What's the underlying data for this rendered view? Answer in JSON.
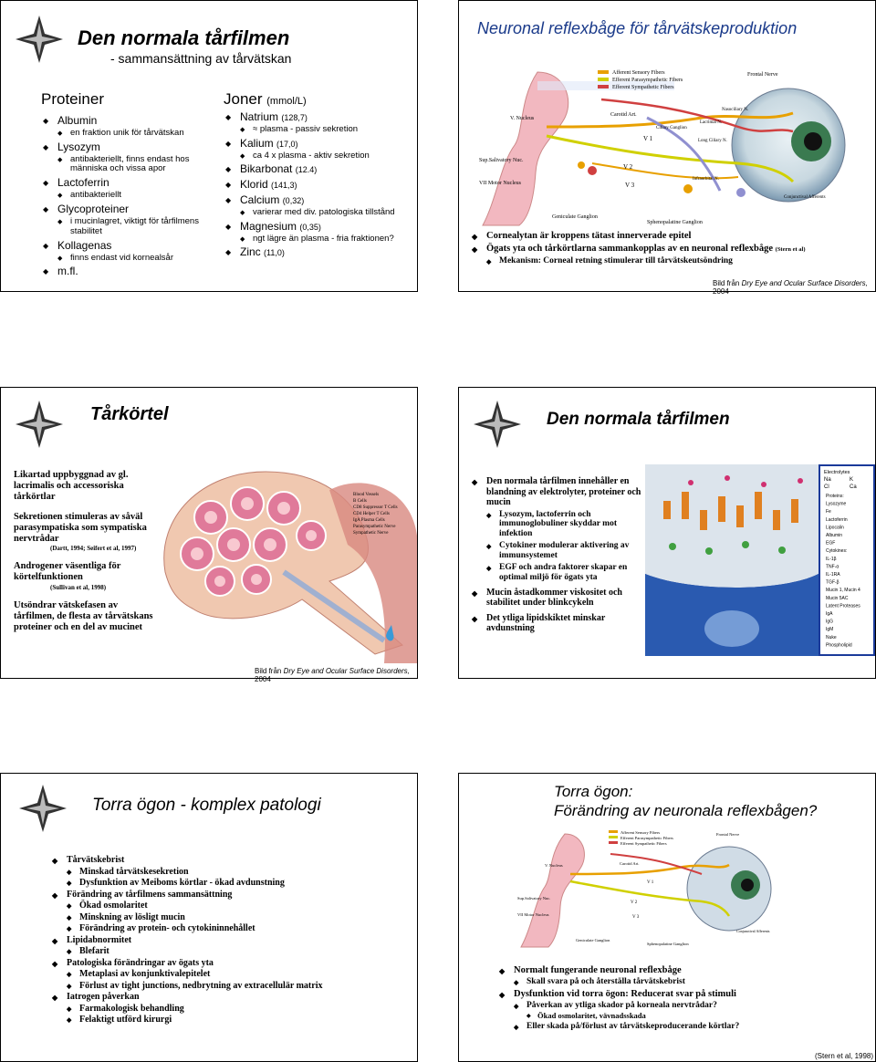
{
  "s1": {
    "title": "Den normala tårfilmen",
    "subtitle": "- sammansättning av tårvätskan",
    "left_heading": "Proteiner",
    "left": [
      {
        "l": 1,
        "t": "Albumin"
      },
      {
        "l": 2,
        "t": "en fraktion unik för tårvätskan"
      },
      {
        "l": 1,
        "t": "Lysozym"
      },
      {
        "l": 2,
        "t": "antibakteriellt, finns endast hos människa och vissa apor"
      },
      {
        "l": 1,
        "t": "Lactoferrin"
      },
      {
        "l": 2,
        "t": "antibakteriellt"
      },
      {
        "l": 1,
        "t": "Glycoproteiner"
      },
      {
        "l": 2,
        "t": "i mucinlagret, viktigt för tårfilmens stabilitet"
      },
      {
        "l": 1,
        "t": "Kollagenas"
      },
      {
        "l": 2,
        "t": "finns endast vid kornealsår"
      },
      {
        "l": 1,
        "t": "m.fl."
      }
    ],
    "right_heading": "Joner",
    "right_unit": "(mmol/L)",
    "right": [
      {
        "l": 1,
        "t": "Natrium",
        "v": "(128,7)"
      },
      {
        "l": 2,
        "t": "≈ plasma - passiv sekretion"
      },
      {
        "l": 1,
        "t": "Kalium",
        "v": "(17,0)"
      },
      {
        "l": 2,
        "t": "ca 4 x plasma - aktiv sekretion"
      },
      {
        "l": 1,
        "t": "Bikarbonat",
        "v": "(12.4)"
      },
      {
        "l": 1,
        "t": "Klorid",
        "v": "(141,3)"
      },
      {
        "l": 1,
        "t": "Calcium",
        "v": "(0,32)"
      },
      {
        "l": 2,
        "t": "varierar med div. patologiska tillstånd"
      },
      {
        "l": 1,
        "t": "Magnesium",
        "v": "(0,35)"
      },
      {
        "l": 2,
        "t": "ngt lägre än plasma - fria fraktionen?"
      },
      {
        "l": 1,
        "t": "Zinc",
        "v": "(11,0)"
      }
    ]
  },
  "s2": {
    "title": "Neuronal reflexbåge för tårvätskeproduktion",
    "legend": [
      "Afferent Sensory Fibers",
      "Efferent Parasympathetic Fibers",
      "Efferent Sympathetic Fibers"
    ],
    "legend_colors": [
      "#e8a000",
      "#d0d000",
      "#d04040"
    ],
    "labels": {
      "frontal": "Frontal Nerve",
      "nucleus": "V. Nucleus",
      "sup": "Sup.Salivatory Nuc.",
      "vii": "VII Motor Nucleus",
      "carotid": "Carotid Art.",
      "v1": "V 1",
      "v2": "V 2",
      "v3": "V 3",
      "ciliary": "Ciliary Ganglion",
      "lacrimal": "Lacrimal N.",
      "nasociliary": "Nasociliary N.",
      "long": "Long Ciliary N.",
      "infra": "Infraorbital N.",
      "conj": "Conjunctival Afferents",
      "geniculate": "Geniculate Ganglion",
      "spheno": "Sphenopalatine Ganglion"
    },
    "bullets": [
      {
        "l": 1,
        "t": "Cornealytan är kroppens tätast innerverade epitel"
      },
      {
        "l": 1,
        "t": "Ögats yta och tårkörtlarna sammankopplas av en neuronal reflexbåge",
        "ref": "(Stern et al)"
      },
      {
        "l": 2,
        "t": "Mekanism: Corneal retning stimulerar till tårvätskeutsöndring"
      }
    ],
    "credit_pre": "Bild från ",
    "credit_it": "Dry Eye and Ocular Surface Disorders,",
    "credit_post": " 2004"
  },
  "s3": {
    "title": "Tårkörtel",
    "paras": [
      {
        "t": "Likartad uppbyggnad av gl. lacrimalis och accessoriska tårkörtlar"
      },
      {
        "t": "Sekretionen stimuleras av såväl parasympatiska som sympatiska nervtrådar",
        "ref": "(Dartt, 1994; Seifert et al, 1997)"
      },
      {
        "t": "Androgener väsentliga för körtelfunktionen",
        "ref": "(Sullivan et al, 1998)"
      },
      {
        "t": "Utsöndrar vätskefasen av tårfilmen, de flesta av tårvätskans proteiner och en del av mucinet"
      }
    ],
    "legend": [
      "Blood Vessels",
      "B Cells",
      "CD8 Suppressor T Cells",
      "CD4 Helper T Cells",
      "IgA Plasma Cells",
      "Parasympathetic Nerve",
      "Sympathetic Nerve"
    ],
    "credit_pre": "Bild från ",
    "credit_it": "Dry Eye and Ocular Surface Disorders,",
    "credit_post": " 2004"
  },
  "s4": {
    "title": "Den normala tårfilmen",
    "bullets": [
      {
        "l": 1,
        "t": "Den normala tårfilmen innehåller en blandning av elektrolyter, proteiner och mucin"
      },
      {
        "l": 2,
        "t": "Lysozym, lactoferrin och immunoglobuliner skyddar mot infektion"
      },
      {
        "l": 2,
        "t": "Cytokiner modulerar aktivering av immunsystemet"
      },
      {
        "l": 2,
        "t": "EGF och andra faktorer skapar en optimal miljö för ögats yta"
      },
      {
        "l": 1,
        "t": "Mucin åstadkommer viskositet och stabilitet under blinkcykeln"
      },
      {
        "l": 1,
        "t": "Det ytliga lipidskiktet minskar avdunstning"
      }
    ],
    "legend_top": [
      [
        "Electrolytes",
        ""
      ],
      [
        "Na",
        "K"
      ],
      [
        "Cl",
        "Ca"
      ]
    ],
    "legend": [
      "Proteins:",
      "Lysozyme",
      "Fe",
      "Lactoferrin",
      "Lipocalin",
      "Albumin",
      "EGF",
      "Cytokines:",
      "IL-1β",
      "TNF-α",
      "IL-1RA",
      "TGF-β",
      "Mucin 1, Mucin 4",
      "Mucin 5AC",
      "Latent Proteases",
      "IgA",
      "IgG",
      "IgM",
      "Nuke",
      "Phospholipid"
    ]
  },
  "s5": {
    "title": "Torra ögon - komplex patologi",
    "bullets": [
      {
        "l": 1,
        "t": "Tårvätskebrist"
      },
      {
        "l": 2,
        "t": "Minskad tårvätskesekretion"
      },
      {
        "l": 2,
        "t": "Dysfunktion av Meiboms körtlar - ökad avdunstning"
      },
      {
        "l": 1,
        "t": "Förändring av tårfilmens sammansättning"
      },
      {
        "l": 2,
        "t": "Ökad osmolaritet"
      },
      {
        "l": 2,
        "t": "Minskning av lösligt mucin"
      },
      {
        "l": 2,
        "t": "Förändring av protein- och cytokininnehållet"
      },
      {
        "l": 1,
        "t": "Lipidabnormitet"
      },
      {
        "l": 2,
        "t": "Blefarit"
      },
      {
        "l": 1,
        "t": "Patologiska förändringar av ögats yta"
      },
      {
        "l": 2,
        "t": "Metaplasi av konjunktivalepitelet"
      },
      {
        "l": 2,
        "t": "Förlust av tight junctions, nedbrytning av extracellulär matrix"
      },
      {
        "l": 1,
        "t": "Iatrogen påverkan"
      },
      {
        "l": 2,
        "t": "Farmakologisk behandling"
      },
      {
        "l": 2,
        "t": "Felaktigt utförd kirurgi"
      }
    ]
  },
  "s6": {
    "title1": "Torra ögon:",
    "title2": "Förändring av neuronala reflexbågen?",
    "bullets": [
      {
        "l": 1,
        "t": "Normalt fungerande neuronal reflexbåge"
      },
      {
        "l": 2,
        "t": "Skall svara på och återställa tårvätskebrist"
      },
      {
        "l": 1,
        "t": "Dysfunktion vid torra ögon: Reducerat svar på stimuli"
      },
      {
        "l": 2,
        "t": "Påverkan av ytliga skador på korneala nervtrådar?"
      },
      {
        "l": 3,
        "t": "Ökad osmolaritet, vävnadsskada"
      },
      {
        "l": 2,
        "t": "Eller skada på/förlust av tårvätskeproducerande körtlar?"
      }
    ],
    "credit": "(Stern et al, 1998)"
  }
}
